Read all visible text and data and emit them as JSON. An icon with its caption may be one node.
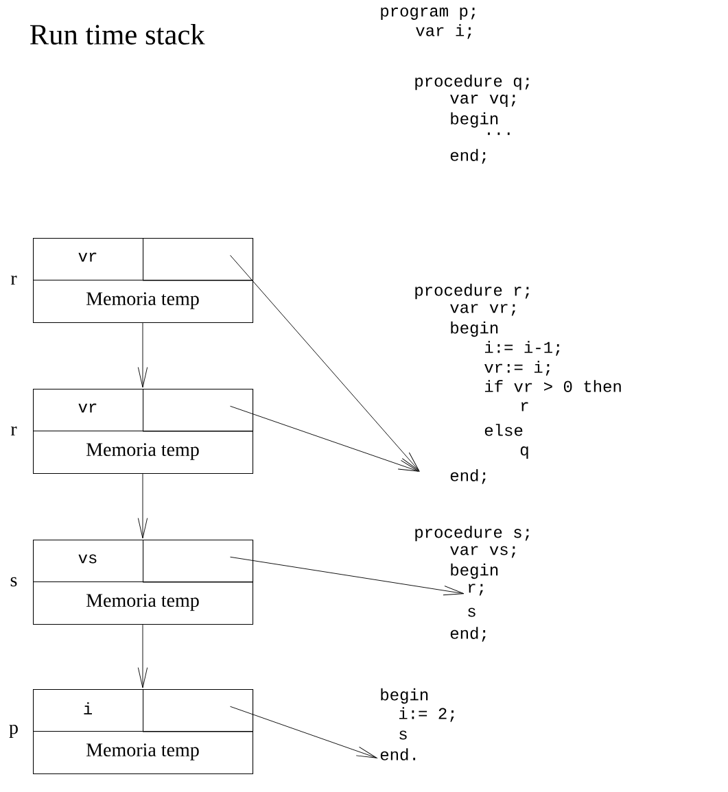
{
  "diagram": {
    "title": "Run time stack",
    "nodes": [
      {
        "text": [
          "vr",
          "Memoria temp"
        ],
        "beside": [
          "r"
        ]
      },
      {
        "text": [],
        "shape": "box",
        "in": 0
      },
      {
        "text": [
          "vr",
          "Memoria temp"
        ],
        "beside": [
          "r"
        ]
      },
      {
        "text": [],
        "shape": "box",
        "in": 2
      },
      {
        "text": [
          "vs",
          "Memoria temp"
        ],
        "beside": [
          "s"
        ]
      },
      {
        "text": [],
        "shape": "box",
        "in": 4
      },
      {
        "text": [
          "i",
          "Memoria temp"
        ],
        "beside": [
          "p"
        ]
      },
      {
        "text": [],
        "shape": "box",
        "in": 6
      },
      {
        "text": [
          "r;"
        ]
      },
      {
        "text": [
          "end."
        ]
      }
    ],
    "edges": [
      {
        "from": 0,
        "to": 2,
        "arrow": "to"
      },
      {
        "from": 2,
        "to": 4,
        "arrow": "to"
      },
      {
        "from": 4,
        "to": 6,
        "arrow": "to"
      },
      {
        "from": 1,
        "to": null,
        "arrow": "to"
      },
      {
        "from": 3,
        "to": null,
        "arrow": "to"
      },
      {
        "from": 5,
        "to": 8,
        "arrow": "to"
      },
      {
        "from": 7,
        "to": 9,
        "arrow": "to"
      }
    ],
    "labels": [
      "program p;",
      "var i;",
      "procedure q;",
      "var vq;",
      "begin",
      "...",
      "end;",
      "procedure r;",
      "var vr;",
      "begin",
      "i:= i-1;",
      "vr:= i;",
      "if vr > 0 then",
      "r",
      "else",
      "q",
      "end;",
      "procedure s;",
      "var vs;",
      "begin",
      "s",
      "end;",
      "begin",
      "i:= 2;",
      "s"
    ]
  }
}
